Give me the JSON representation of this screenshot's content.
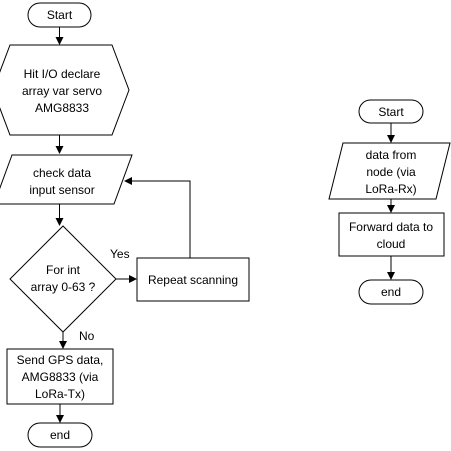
{
  "flowchart_left": {
    "start": "Start",
    "init": [
      "Hit I/O declare",
      "array var servo",
      "AMG8833"
    ],
    "check": [
      "check data",
      "input sensor"
    ],
    "decision": [
      "For int",
      "array 0-63 ?"
    ],
    "yes_label": "Yes",
    "no_label": "No",
    "repeat": "Repeat scanning",
    "send": [
      "Send GPS data,",
      "AMG8833 (via",
      "LoRa-Tx)"
    ],
    "end": "end"
  },
  "flowchart_right": {
    "start": "Start",
    "receive": [
      "data from",
      "node (via",
      "LoRa-Rx)"
    ],
    "forward": [
      "Forward data to",
      "cloud"
    ],
    "end": "end"
  }
}
